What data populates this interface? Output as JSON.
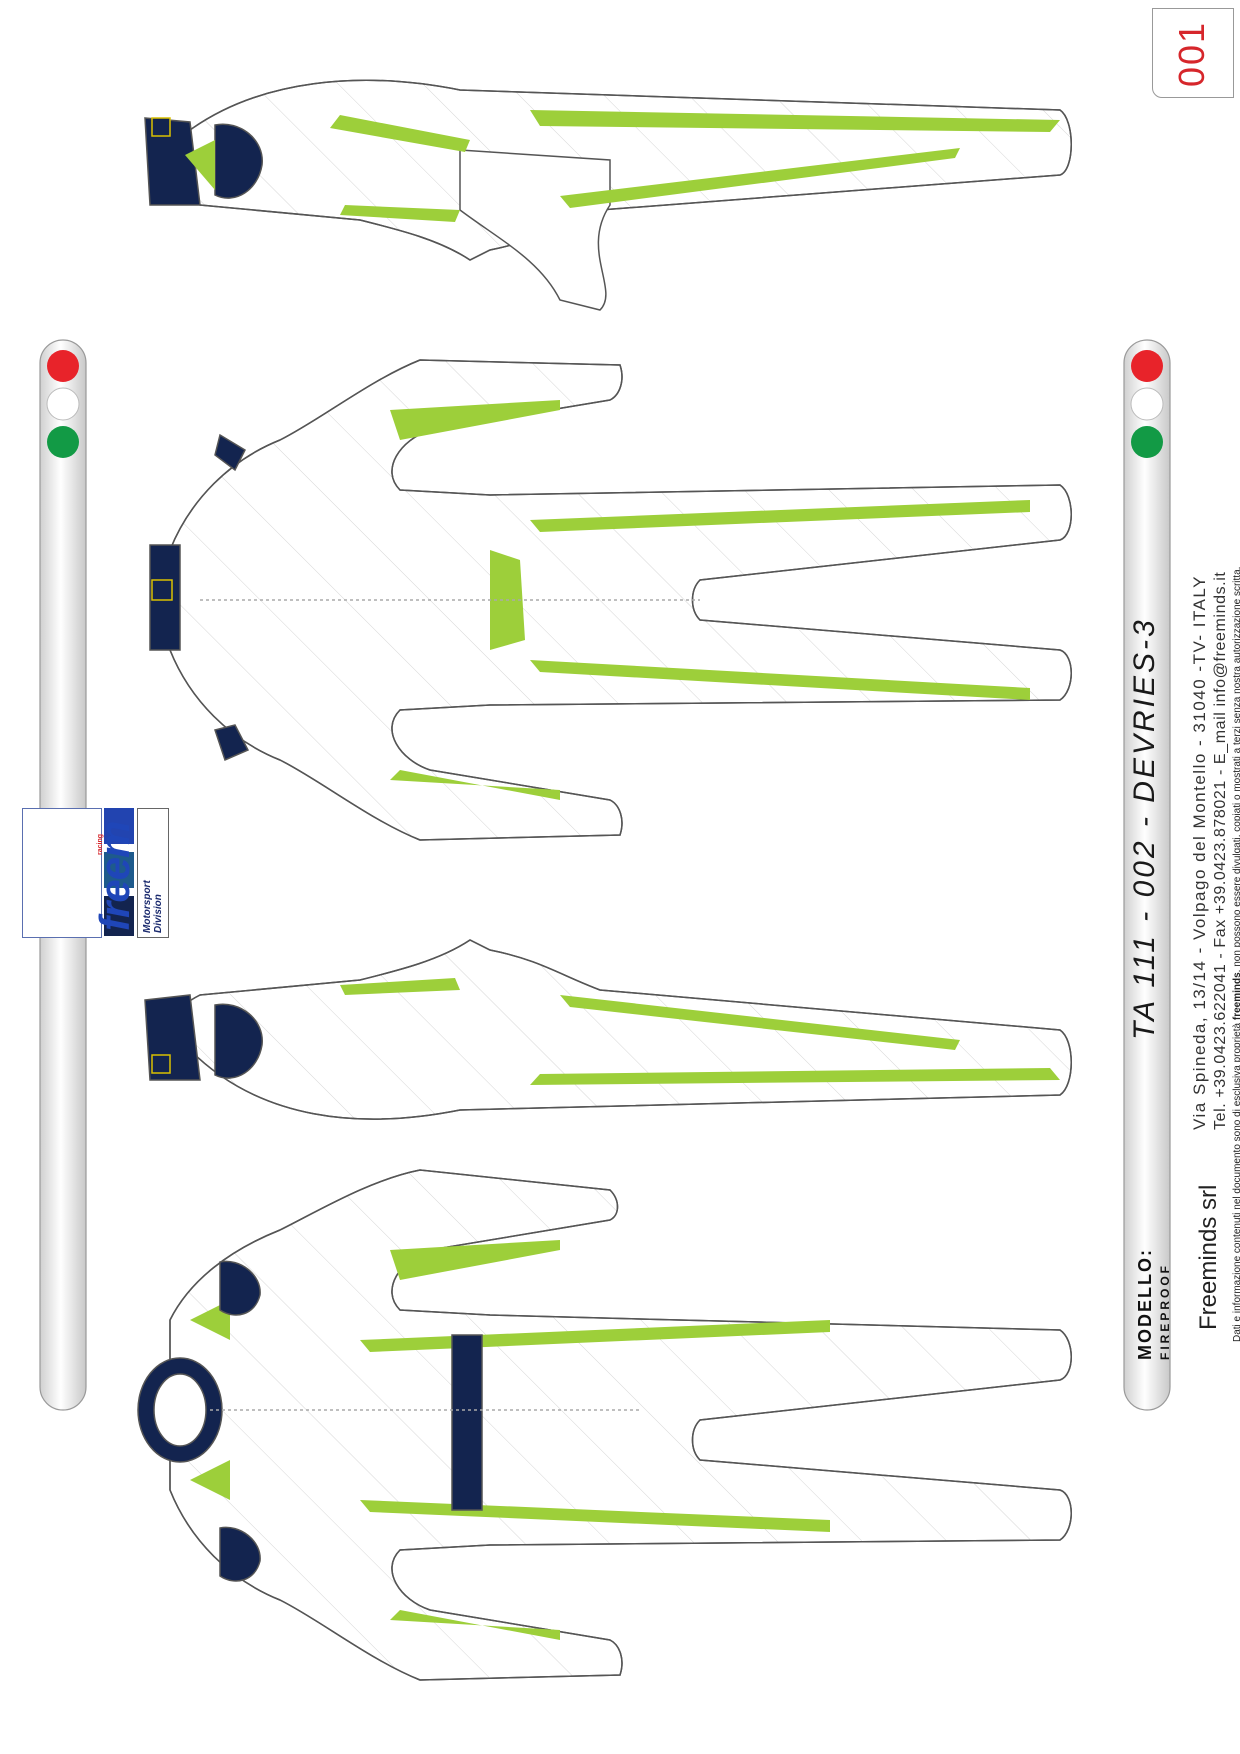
{
  "page_number": "001",
  "title": "TA 111 - 002 - DEVRIES-3",
  "model": {
    "label": "MODELLO:",
    "value": "FIREPROOF"
  },
  "company": {
    "name": "Freeminds srl",
    "address": "Via  Spineda,  13/14  -  Volpago  del  Montello  -  31040  -TV-  ITALY",
    "contacts": "Tel. +39.0423.622041 - Fax +39.0423.878021 - E_mail  info@freeminds.it",
    "disclaimer_pre": "Dati e informazione contenuti nel documento sono di esclusiva proprietà ",
    "disclaimer_brand": "freeminds",
    "disclaimer_post": ", non possono essere divulgati, copiati o mostrati a terzi senza nostra autorizzazione scritta."
  },
  "brand": {
    "logo": "freem",
    "logo_sub": "racing",
    "division": "Motorsport Division"
  },
  "colors": {
    "navy": "#13244f",
    "lime": "#9dcf3a",
    "outline": "#555555",
    "swatches": [
      "#2244b0",
      "#1e5a8c",
      "#13244f"
    ],
    "light_red": "#e8232a",
    "light_white": "#ffffff",
    "light_green": "#129a45"
  },
  "icons": [
    "traffic-light-icon",
    "fia-badge-icon",
    "freem-patch-icon"
  ]
}
